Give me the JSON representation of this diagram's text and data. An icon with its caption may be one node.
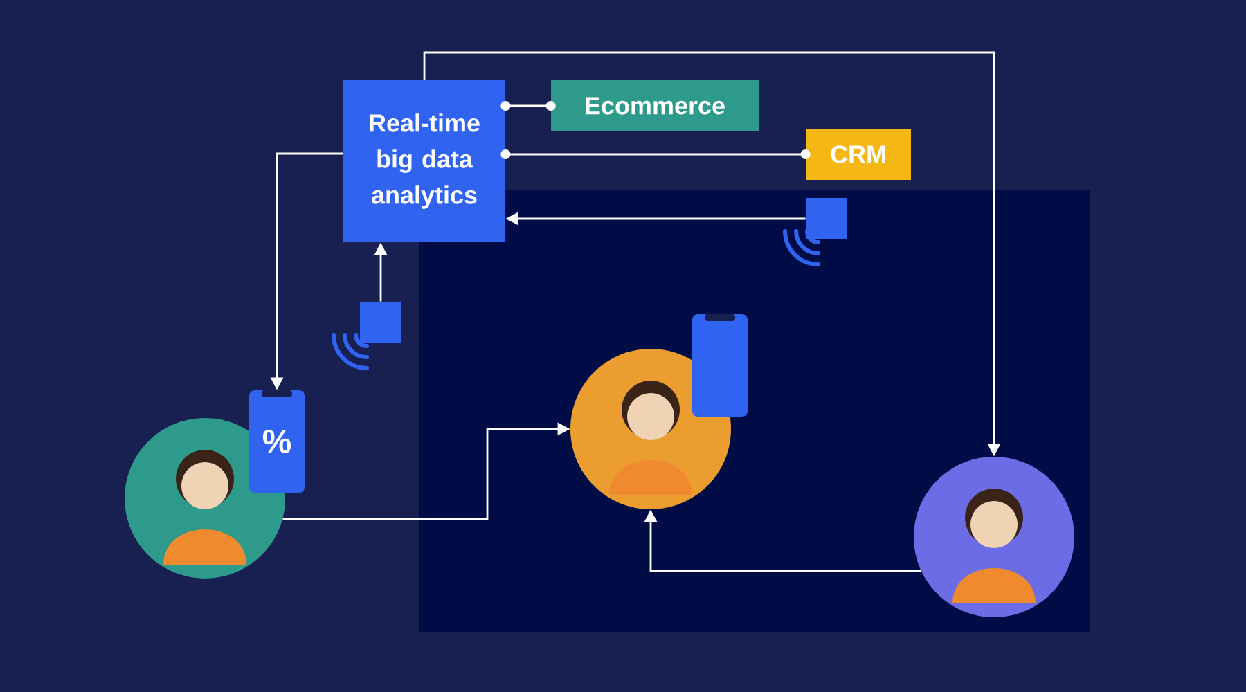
{
  "diagram": {
    "nodes": [
      {
        "text": [
          "Real-time big data analytics"
        ]
      },
      {
        "text": [
          "Ecommerce"
        ]
      },
      {
        "text": [
          "CRM"
        ]
      },
      {
        "text": [],
        "shape": "box"
      },
      {
        "text": [],
        "shape": "box"
      },
      {
        "text": [
          "%"
        ]
      },
      {
        "text": [],
        "shape": "person"
      },
      {
        "text": [],
        "shape": "person"
      },
      {
        "text": [],
        "shape": "phone"
      },
      {
        "text": [],
        "shape": "person"
      }
    ],
    "edges": [
      {
        "from": 0,
        "to": 1,
        "arrow": "other"
      },
      {
        "from": 0,
        "to": 2,
        "arrow": "other"
      },
      {
        "from": 3,
        "to": 0,
        "arrow": "to"
      },
      {
        "from": 4,
        "to": 0,
        "arrow": "to"
      },
      {
        "from": 0,
        "to": 5,
        "arrow": "to"
      },
      {
        "from": 6,
        "to": 7,
        "arrow": "to"
      },
      {
        "from": 9,
        "to": 7,
        "arrow": "to"
      },
      {
        "from": 0,
        "to": 9,
        "arrow": "to"
      }
    ]
  }
}
